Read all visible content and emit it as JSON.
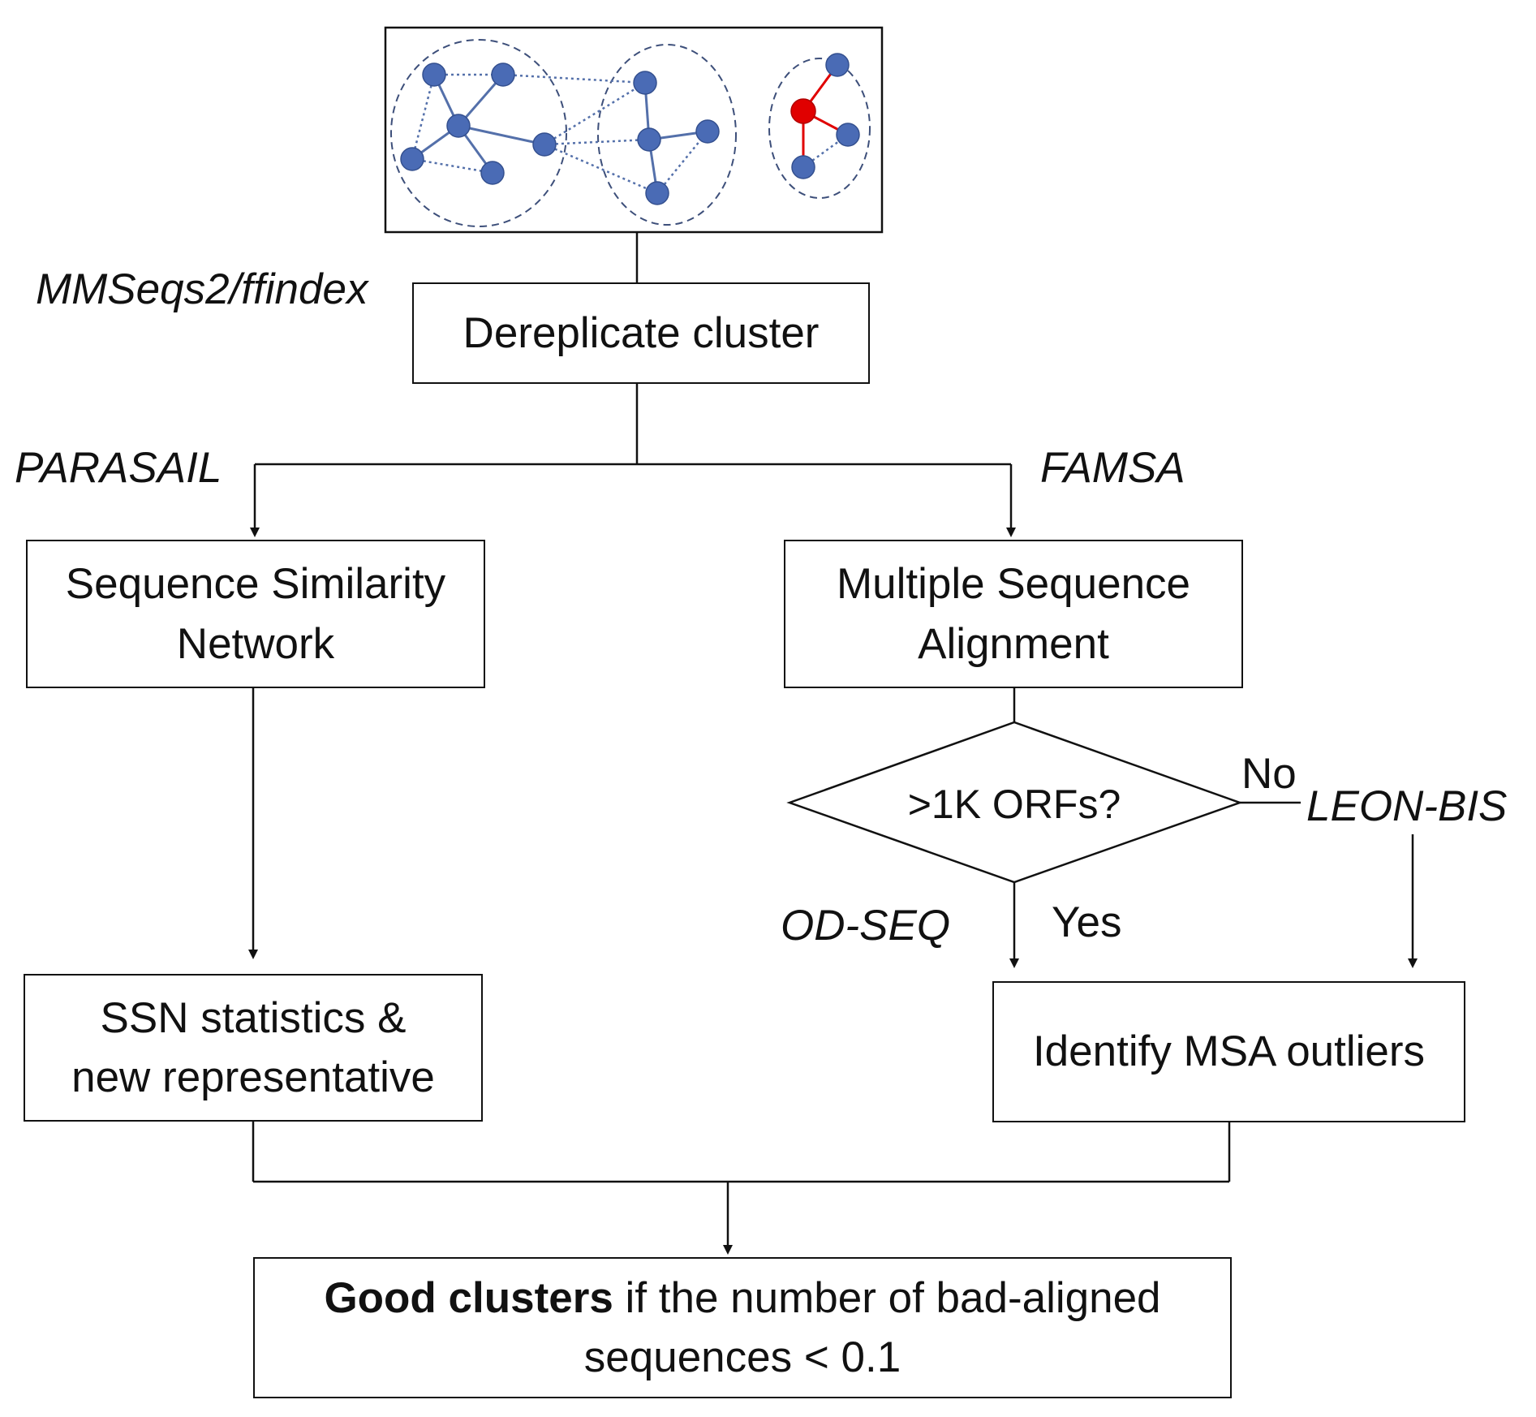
{
  "tools": {
    "mmseqs": "MMSeqs2/ffindex",
    "parasail": "PARASAIL",
    "famsa": "FAMSA",
    "leon_bis": "LEON-BIS",
    "od_seq": "OD-SEQ"
  },
  "boxes": {
    "dereplicate": "Dereplicate cluster",
    "ssn_line1": "Sequence Similarity",
    "ssn_line2": "Network",
    "msa_line1": "Multiple Sequence",
    "msa_line2": "Alignment",
    "stats_line1": "SSN statistics &",
    "stats_line2": "new representative",
    "outliers": "Identify MSA outliers",
    "good_bold": "Good clusters",
    "good_rest": " if the number of bad-aligned",
    "good_line2": "sequences < 0.1"
  },
  "decision": {
    "question": ">1K ORFs?",
    "no": "No",
    "yes": "Yes"
  },
  "colors": {
    "node": "#4a6bb5",
    "node_edge": "#5470aa",
    "red": "#e00000",
    "line": "#111111"
  }
}
